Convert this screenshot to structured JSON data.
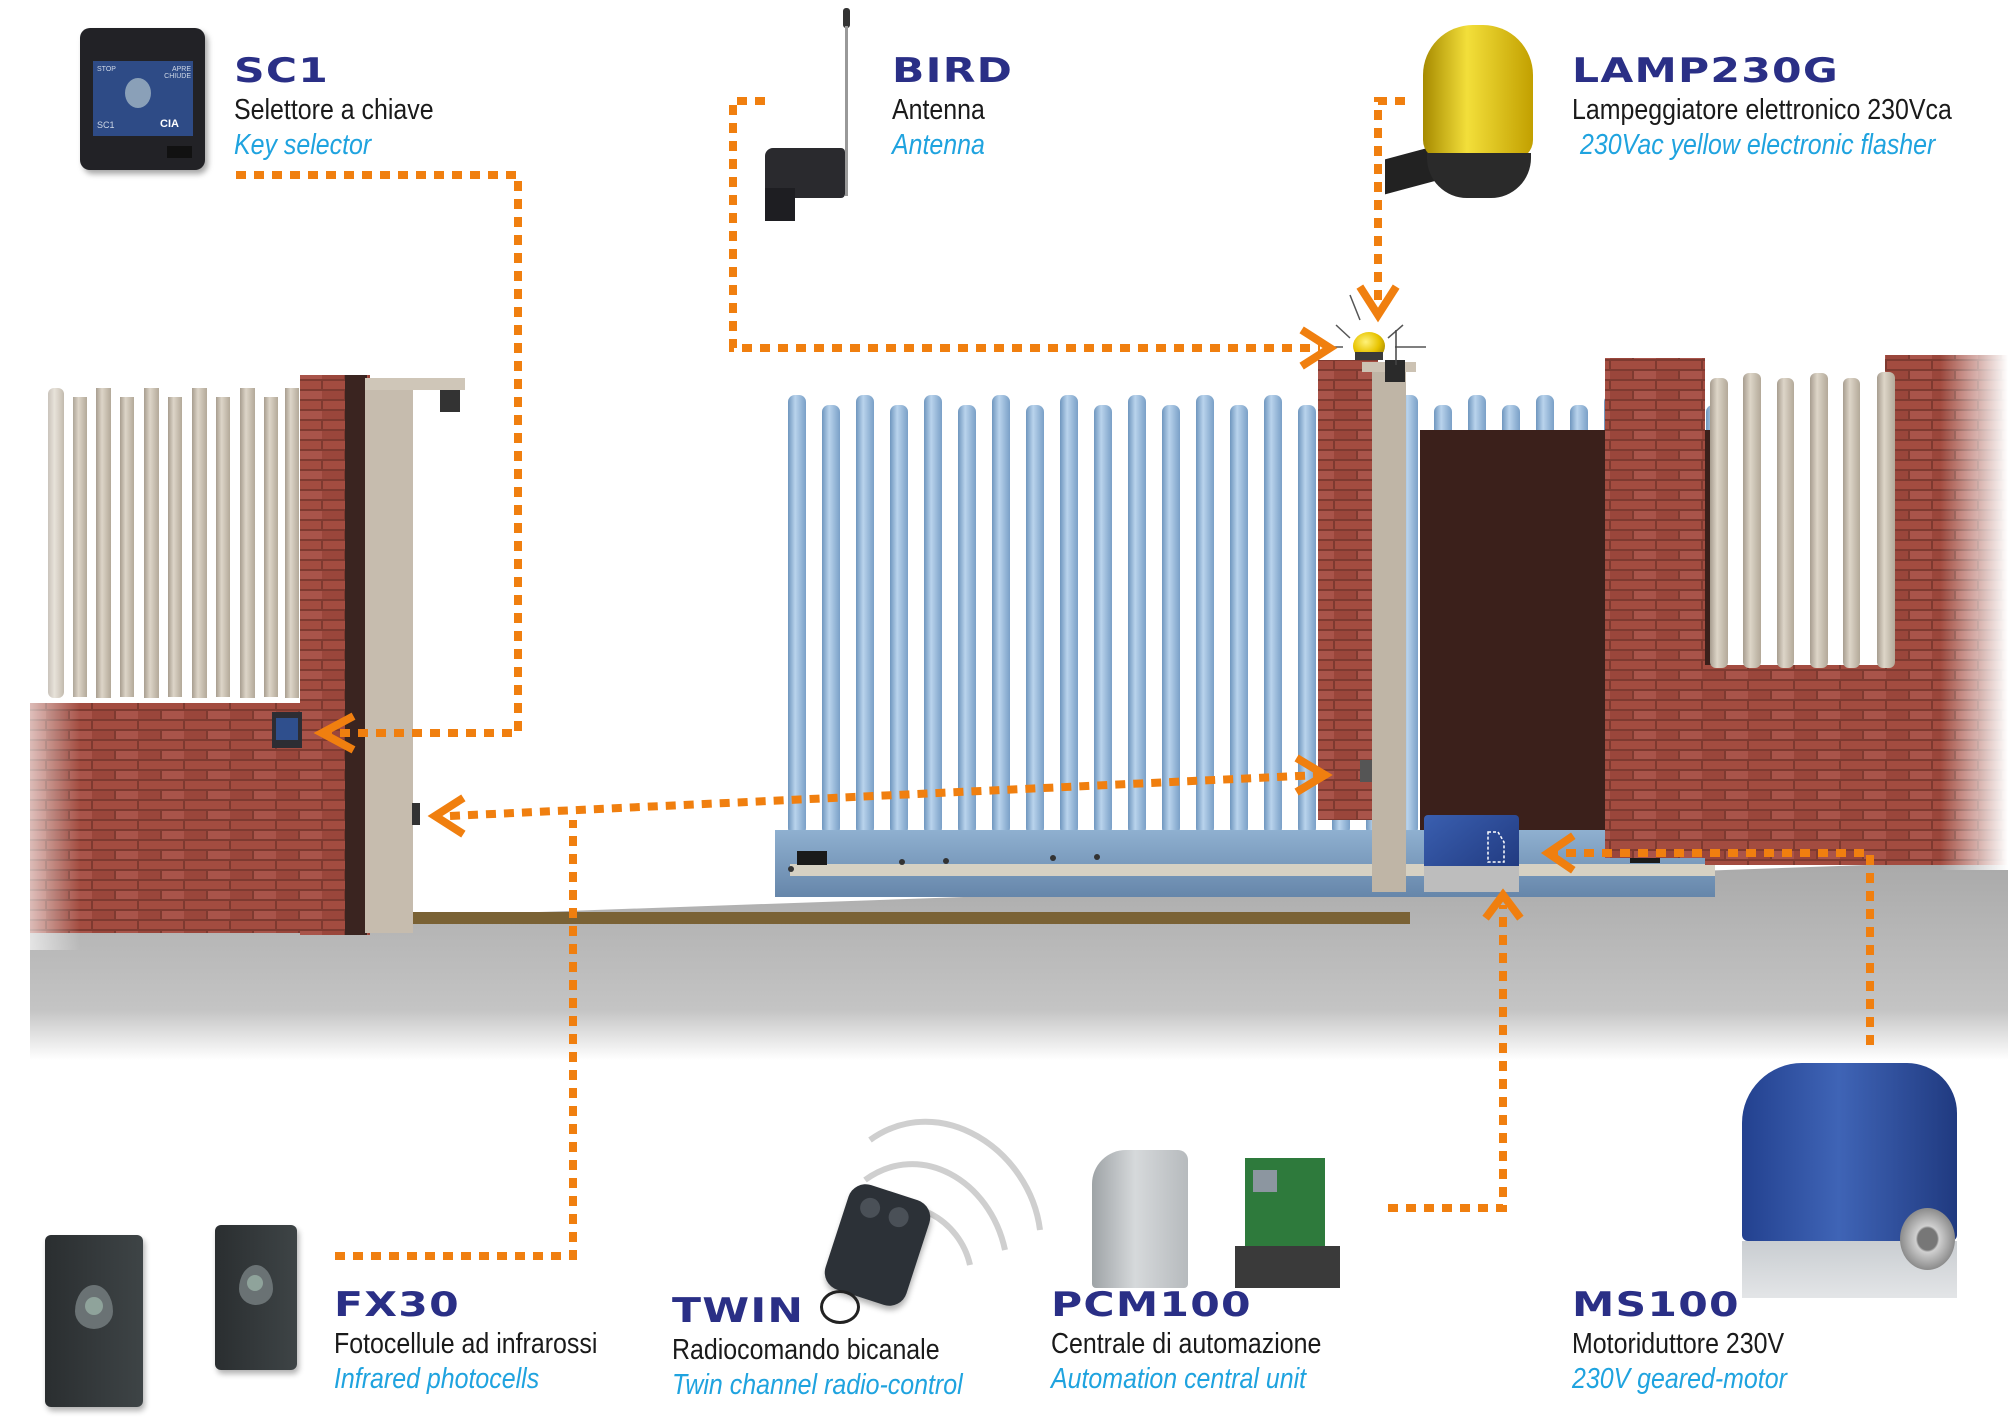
{
  "diagram": {
    "subject": "Sliding gate automation kit",
    "colors": {
      "title_blue": "#2a2f86",
      "italian_text": "#1a1a1a",
      "english_text": "#1fa3df",
      "connector_orange": "#f07f0f",
      "gate_blue": "#8fb3d6",
      "brick": "#9c4438",
      "post_beige": "#c9bfb0",
      "ground_gray": "#b5b5b5"
    },
    "components": [
      {
        "id": "sc1",
        "model": "SC1",
        "name_it": "Selettore a chiave",
        "name_en": "Key selector",
        "icon": "key-selector-icon",
        "device_text": {
          "stop": "STOP",
          "open_close": "APRE CHIUDE",
          "brand": "CIA",
          "code": "SC1"
        }
      },
      {
        "id": "bird",
        "model": "BIRD",
        "name_it": "Antenna",
        "name_en": "Antenna",
        "icon": "antenna-icon"
      },
      {
        "id": "lamp230g",
        "model": "LAMP230G",
        "name_it": "Lampeggiatore elettronico 230Vca",
        "name_en": "230Vac yellow electronic flasher",
        "icon": "flasher-lamp-icon"
      },
      {
        "id": "fx30",
        "model": "FX30",
        "name_it": "Fotocellule ad infrarossi",
        "name_en": "Infrared photocells",
        "icon": "photocell-icon"
      },
      {
        "id": "twin",
        "model": "TWIN",
        "name_it": "Radiocomando bicanale",
        "name_en": "Twin channel radio-control",
        "icon": "remote-control-icon"
      },
      {
        "id": "pcm100",
        "model": "PCM100",
        "name_it": "Centrale di automazione",
        "name_en": "Automation central unit",
        "icon": "control-unit-icon"
      },
      {
        "id": "ms100",
        "model": "MS100",
        "name_it": "Motoriduttore 230V",
        "name_en": "230V geared-motor",
        "icon": "geared-motor-icon"
      }
    ],
    "connections": [
      {
        "from": "SC1",
        "to": "key selector on left pillar"
      },
      {
        "from": "BIRD",
        "to": "antenna on gate post"
      },
      {
        "from": "LAMP230G",
        "to": "flasher on gate post"
      },
      {
        "from": "FX30",
        "to": "photocells on left post and gate post"
      },
      {
        "from": "PCM100",
        "to": "motor housing"
      },
      {
        "from": "MS100",
        "to": "motor on gate rail"
      }
    ]
  }
}
